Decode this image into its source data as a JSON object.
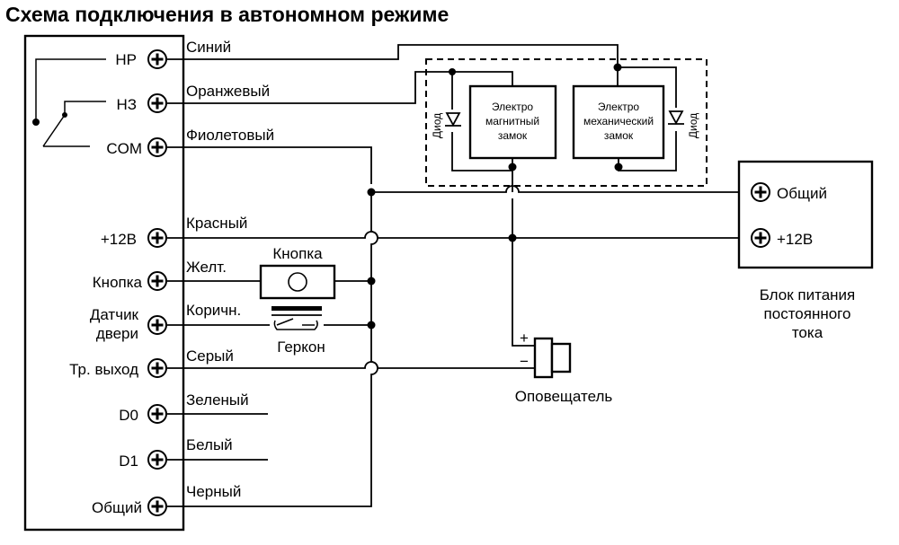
{
  "title": "Схема подключения в автономном режиме",
  "controller": {
    "terminals": [
      {
        "label": "НР",
        "wire": "Синий"
      },
      {
        "label": "НЗ",
        "wire": "Оранжевый"
      },
      {
        "label": "COM",
        "wire": "Фиолетовый"
      },
      {
        "label": "+12В",
        "wire": "Красный"
      },
      {
        "label": "Кнопка",
        "wire": "Желт."
      },
      {
        "label_line1": "Датчик",
        "label_line2": "двери",
        "wire": "Коричн."
      },
      {
        "label": "Тр. выход",
        "wire": "Серый"
      },
      {
        "label": "D0",
        "wire": "Зеленый"
      },
      {
        "label": "D1",
        "wire": "Белый"
      },
      {
        "label": "Общий",
        "wire": "Черный"
      }
    ]
  },
  "button_component": "Кнопка",
  "reed_switch": "Геркон",
  "diode_label": "Диод",
  "lock_magnetic": {
    "line1": "Электро",
    "line2": "магнитный",
    "line3": "замок"
  },
  "lock_mechanical": {
    "line1": "Электро",
    "line2": "механический",
    "line3": "замок"
  },
  "power_supply": {
    "terminals": [
      "Общий",
      "+12В"
    ],
    "caption": [
      "Блок питания",
      "постоянного",
      "тока"
    ]
  },
  "annunciator": {
    "label": "Оповещатель",
    "plus": "+",
    "minus": "−"
  }
}
